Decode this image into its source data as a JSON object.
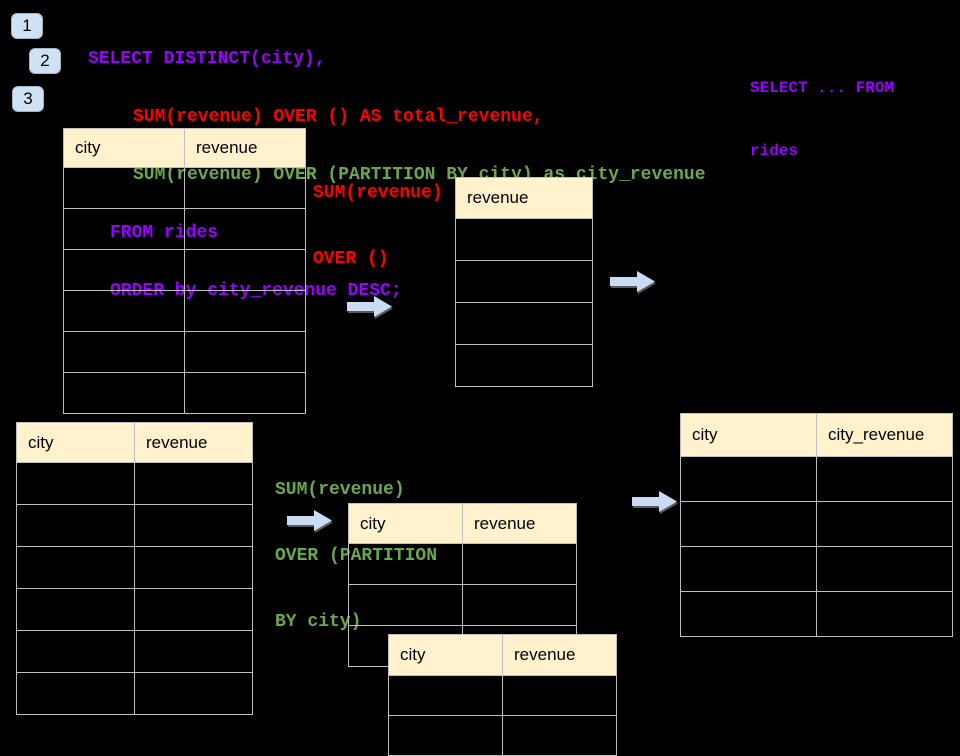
{
  "colors": {
    "background": "#000000",
    "table_header_bg": "#FFF2CC",
    "table_border": "#BFBFBF",
    "header_text": "#000000",
    "arrow_fill": "#C9DCF3",
    "badge_bg": "#CFE2F3",
    "badge_border": "#9FB4C7",
    "purple": "#9900FF",
    "red": "#FF0000",
    "green": "#6AA84F"
  },
  "badges": [
    {
      "label": "1"
    },
    {
      "label": "2"
    },
    {
      "label": "3"
    }
  ],
  "sql_code": {
    "lines": [
      {
        "text": "SELECT DISTINCT(city),",
        "color": "#9900FF"
      },
      {
        "text": "SUM(revenue) OVER () AS total_revenue,",
        "color": "#FF0000"
      },
      {
        "text": "SUM(revenue) OVER (PARTITION BY city) as city_revenue",
        "color": "#6AA84F"
      },
      {
        "text": "FROM rides",
        "color": "#9900FF"
      },
      {
        "text": "ORDER by city_revenue DESC;",
        "color": "#9900FF"
      }
    ]
  },
  "side_note": {
    "lines": [
      "SELECT ... FROM",
      "rides"
    ],
    "color": "#9900FF"
  },
  "labels": {
    "total_revenue": {
      "lines": [
        "SUM(revenue)",
        "OVER ()"
      ],
      "color": "#FF0000"
    },
    "partition": {
      "lines": [
        "SUM(revenue)",
        "OVER (PARTITION",
        "BY city)"
      ],
      "color": "#6AA84F"
    }
  },
  "tables": {
    "source_top": {
      "headers": [
        "city",
        "revenue"
      ],
      "empty_row_count": 6
    },
    "total_result": {
      "headers": [
        "revenue"
      ],
      "empty_row_count": 4
    },
    "source_bottom": {
      "headers": [
        "city",
        "revenue"
      ],
      "empty_row_count": 6
    },
    "partition_front": {
      "headers": [
        "city",
        "revenue"
      ],
      "empty_row_count": 3
    },
    "partition_back": {
      "headers": [
        "city",
        "revenue"
      ],
      "empty_row_count": 2
    },
    "city_result": {
      "headers": [
        "city",
        "city_revenue"
      ],
      "empty_row_count": 4
    }
  }
}
